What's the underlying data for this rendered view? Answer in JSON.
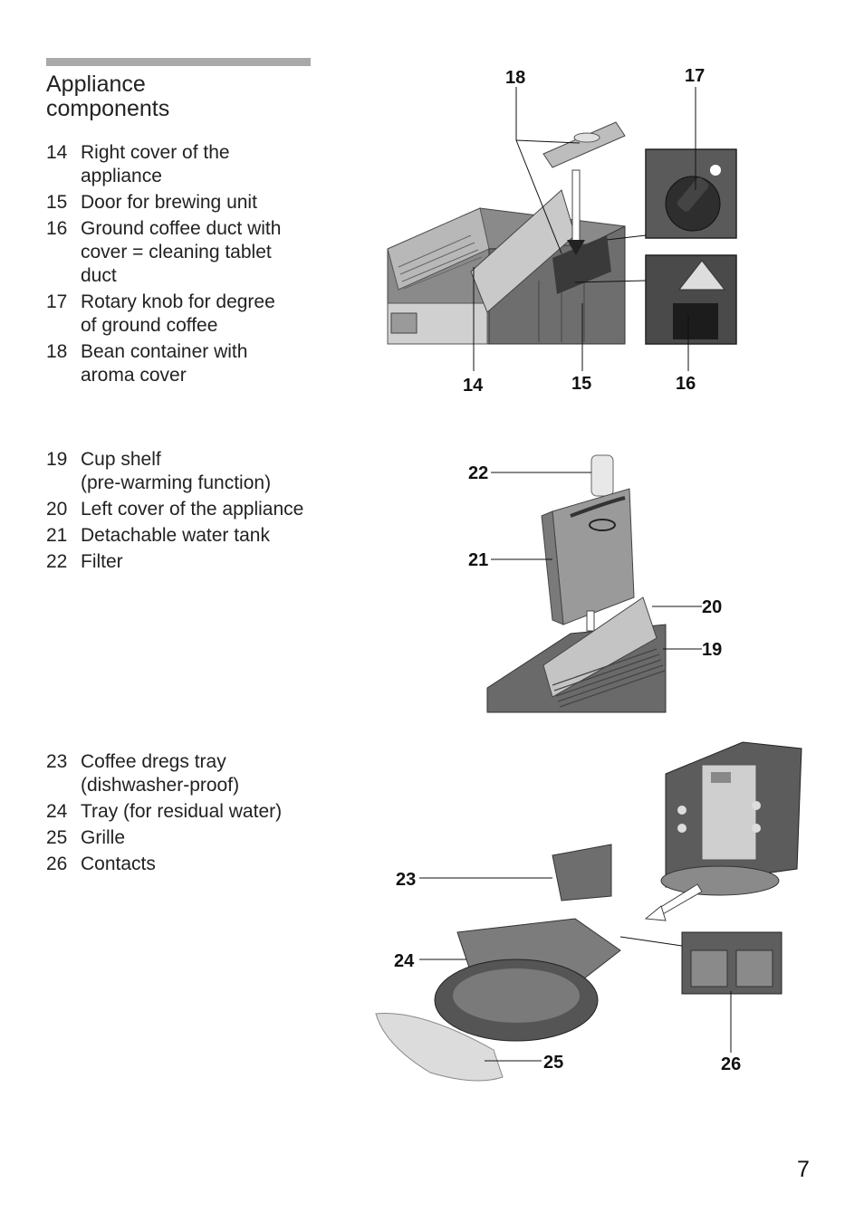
{
  "section": {
    "title_lines": [
      "Appliance",
      "components"
    ]
  },
  "groups": [
    {
      "items": [
        {
          "number": "14",
          "lines": [
            "Right cover of the",
            "appliance"
          ]
        },
        {
          "number": "15",
          "lines": [
            "Door for brewing unit"
          ]
        },
        {
          "number": "16",
          "lines": [
            "Ground coffee duct with",
            "cover = cleaning tablet",
            "duct"
          ]
        },
        {
          "number": "17",
          "lines": [
            "Rotary knob for degree",
            "of ground coffee"
          ]
        },
        {
          "number": "18",
          "lines": [
            "Bean container with",
            "aroma cover"
          ]
        }
      ]
    },
    {
      "items": [
        {
          "number": "19",
          "lines": [
            "Cup shelf",
            "(pre-warming function)"
          ]
        },
        {
          "number": "20",
          "lines": [
            "Left cover of the appliance"
          ]
        },
        {
          "number": "21",
          "lines": [
            "Detachable water tank"
          ]
        },
        {
          "number": "22",
          "lines": [
            "Filter"
          ]
        }
      ]
    },
    {
      "items": [
        {
          "number": "23",
          "lines": [
            "Coffee dregs tray",
            "(dishwasher-proof)"
          ]
        },
        {
          "number": "24",
          "lines": [
            "Tray (for residual water)"
          ]
        },
        {
          "number": "25",
          "lines": [
            "Grille"
          ]
        },
        {
          "number": "26",
          "lines": [
            "Contacts"
          ]
        }
      ]
    }
  ],
  "figures": {
    "top": {
      "callouts": [
        "18",
        "17",
        "14",
        "15",
        "16"
      ]
    },
    "middle": {
      "callouts": [
        "22",
        "21",
        "20",
        "19"
      ]
    },
    "bottom": {
      "callouts": [
        "23",
        "24",
        "25",
        "26"
      ]
    }
  },
  "page_number": "7"
}
